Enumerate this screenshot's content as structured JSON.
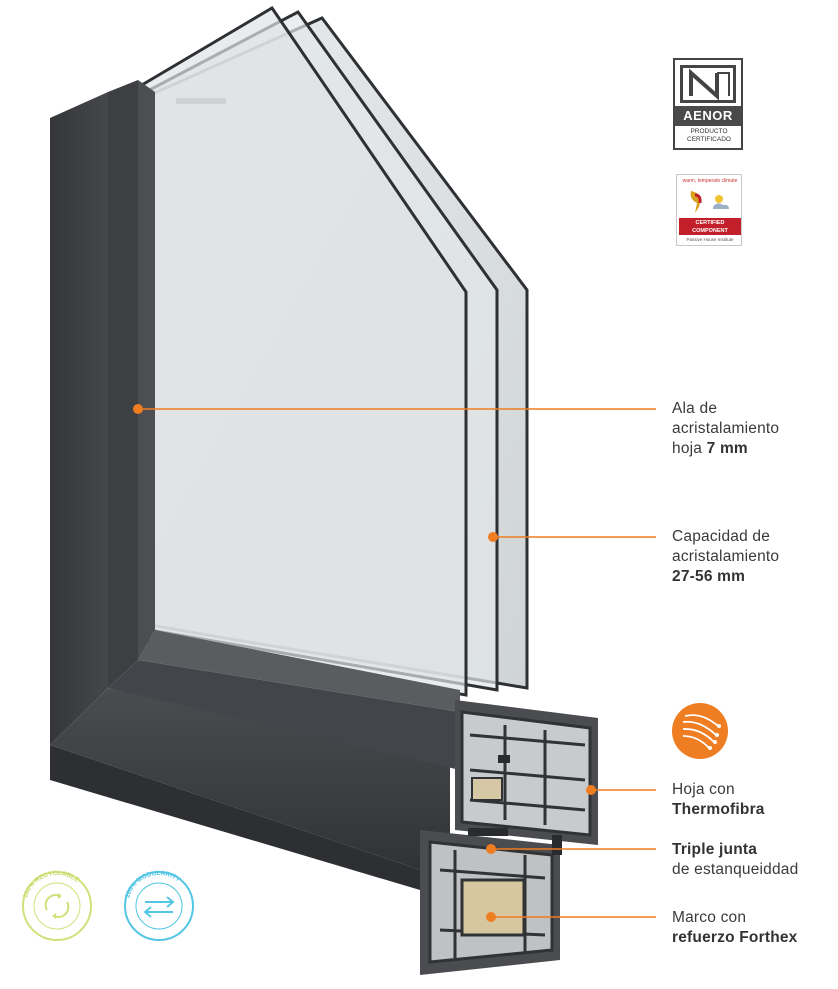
{
  "callouts": [
    {
      "line1": "Ala de",
      "line2": "acristalamiento",
      "line3_plain": "hoja ",
      "line3_bold": "7 mm"
    },
    {
      "line1": "Capacidad de",
      "line2": "acristalamiento",
      "line3_bold": "27-56 mm"
    },
    {
      "line1": "Hoja con",
      "line2_bold": "Thermofibra"
    },
    {
      "line1_bold": "Triple junta",
      "line2": "de estanqueiddad"
    },
    {
      "line1": "Marco con",
      "line2_bold": "refuerzo Forthex"
    }
  ],
  "certifications": {
    "aenor": {
      "name": "AENOR",
      "sub1": "PRODUCTO",
      "sub2": "CERTIFICADO"
    },
    "passive_house": {
      "top": "warm, temperate climate",
      "ribbon1": "CERTIFIED",
      "ribbon2": "COMPONENT",
      "bottom": "Passive House Institute"
    }
  },
  "badges": {
    "recyclable": "100% RECYCLABLE",
    "modularity": "100% MODULARITY"
  },
  "colors": {
    "accent": "#ef7d22",
    "frame": "#3b3d3f",
    "glass": "#dfe3e4",
    "recyclable": "#d2e07a",
    "modularity": "#52c6e4"
  },
  "icons": [
    "thermofibra-icon",
    "recycle-icon",
    "modularity-arrows-icon"
  ]
}
